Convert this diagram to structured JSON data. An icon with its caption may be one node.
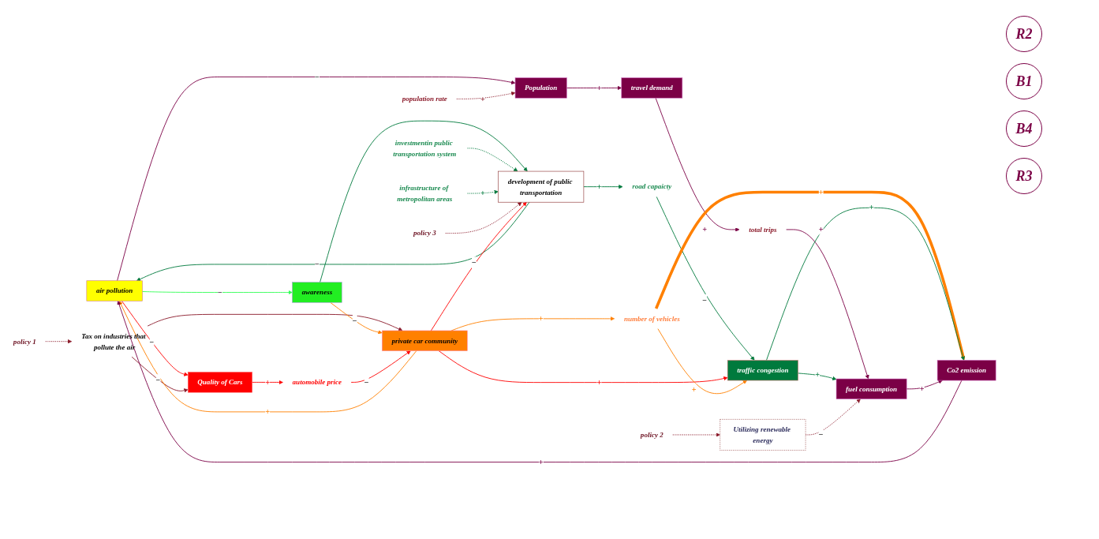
{
  "diagram": {
    "nodes": [
      {
        "text": [
          "air pollution"
        ]
      },
      {
        "text": [
          "Population"
        ]
      },
      {
        "text": [
          "travel demand"
        ]
      },
      {
        "text": [
          "total trips"
        ]
      },
      {
        "text": [
          "population rate"
        ]
      },
      {
        "text": [
          "development of public transportation"
        ]
      },
      {
        "text": [
          "policy 3"
        ]
      },
      {
        "text": [
          "infrastructure of metropolitan areas"
        ]
      },
      {
        "text": [
          "investmentin public transportation system"
        ]
      },
      {
        "text": [
          "road capaicty"
        ]
      },
      {
        "text": [
          "Quality of Cars"
        ]
      },
      {
        "text": [
          "policy 1"
        ]
      },
      {
        "text": [
          "awareness"
        ]
      },
      {
        "text": [
          "Tax on industries that pollute the air"
        ]
      },
      {
        "text": [
          "automobile price"
        ]
      },
      {
        "text": [
          "private car community"
        ]
      },
      {
        "text": [
          "Utilizing renewable energy"
        ]
      },
      {
        "text": [
          "Co2 emission"
        ]
      },
      {
        "text": [
          "fuel consumption"
        ]
      },
      {
        "text": [
          "traffic congestion"
        ]
      },
      {
        "text": [
          "number of vehicles"
        ]
      },
      {
        "text": [
          "policy 2"
        ]
      }
    ],
    "edges": [
      {
        "from": 0,
        "to": 1,
        "arrow": "to",
        "label": "−",
        "color": "#7b0046"
      },
      {
        "from": 1,
        "to": 2,
        "arrow": "to",
        "label": "+",
        "color": "#7b0046"
      },
      {
        "from": 2,
        "to": 3,
        "arrow": "to",
        "label": "+",
        "color": "#7b0046"
      },
      {
        "from": 3,
        "to": 18,
        "arrow": "to",
        "label": "+",
        "color": "#7b0046"
      },
      {
        "from": 4,
        "to": 1,
        "arrow": "to",
        "label": "+",
        "style": "dashed",
        "color": "#8b1a2a"
      },
      {
        "from": 5,
        "to": 0,
        "arrow": "to",
        "label": "−",
        "color": "#007a3d"
      },
      {
        "from": 0,
        "to": 10,
        "arrow": "to",
        "label": "−",
        "color": "#ff0000"
      },
      {
        "from": 0,
        "to": 12,
        "arrow": "to",
        "label": "−",
        "color": "#33ff55"
      },
      {
        "from": 12,
        "to": 5,
        "arrow": "to",
        "color": "#007a3d"
      },
      {
        "from": 8,
        "to": 5,
        "arrow": "to",
        "style": "dashed",
        "color": "#007a3d"
      },
      {
        "from": 7,
        "to": 5,
        "arrow": "to",
        "label": "+",
        "style": "dashed",
        "color": "#007a3d"
      },
      {
        "from": 6,
        "to": 5,
        "arrow": "to",
        "style": "dashed",
        "color": "#8b1a2a"
      },
      {
        "from": 5,
        "to": 9,
        "arrow": "to",
        "label": "+",
        "color": "#007a3d"
      },
      {
        "from": 9,
        "to": 19,
        "arrow": "to",
        "label": "−",
        "color": "#007a3d"
      },
      {
        "from": 10,
        "to": 14,
        "arrow": "to",
        "label": "+",
        "color": "#ff0000"
      },
      {
        "from": 11,
        "to": 13,
        "arrow": "to",
        "style": "dashed",
        "color": "#8b1a2a"
      },
      {
        "from": 13,
        "to": 10,
        "arrow": "to",
        "label": "−",
        "color": "#8b1a2a"
      },
      {
        "from": 13,
        "to": 15,
        "arrow": "to",
        "color": "#8b1a2a"
      },
      {
        "from": 12,
        "to": 15,
        "arrow": "to",
        "label": "−",
        "color": "#ff8000"
      },
      {
        "from": 14,
        "to": 15,
        "arrow": "to",
        "label": "−",
        "color": "#ff0000"
      },
      {
        "from": 15,
        "to": 5,
        "arrow": "to",
        "label": "−",
        "color": "#ff0000"
      },
      {
        "from": 15,
        "to": 19,
        "arrow": "to",
        "label": "+",
        "color": "#ff0000"
      },
      {
        "from": 15,
        "to": 20,
        "arrow": "to",
        "label": "+",
        "color": "#ff8000"
      },
      {
        "from": 20,
        "to": 19,
        "arrow": "to",
        "label": "+",
        "color": "#ff8000"
      },
      {
        "from": 20,
        "to": 17,
        "arrow": "to",
        "label": "+",
        "style": "thick",
        "color": "#ff8000"
      },
      {
        "from": 15,
        "to": 0,
        "arrow": "to",
        "label": "+",
        "color": "#ff8000"
      },
      {
        "from": 19,
        "to": 18,
        "arrow": "to",
        "label": "+",
        "color": "#007a3d"
      },
      {
        "from": 19,
        "to": 17,
        "arrow": "to",
        "label": "+",
        "color": "#007a3d"
      },
      {
        "from": 18,
        "to": 17,
        "arrow": "to",
        "label": "+",
        "color": "#7b0046"
      },
      {
        "from": 17,
        "to": 0,
        "arrow": "to",
        "label": "+",
        "color": "#7b0046"
      },
      {
        "from": 16,
        "to": 18,
        "arrow": "to",
        "label": "−",
        "style": "dashed",
        "color": "#8b1a2a"
      },
      {
        "from": 21,
        "to": 16,
        "arrow": "to",
        "style": "dashed",
        "color": "#8b1a2a"
      }
    ],
    "labels": [
      "R2",
      "B1",
      "B4",
      "R3"
    ]
  }
}
